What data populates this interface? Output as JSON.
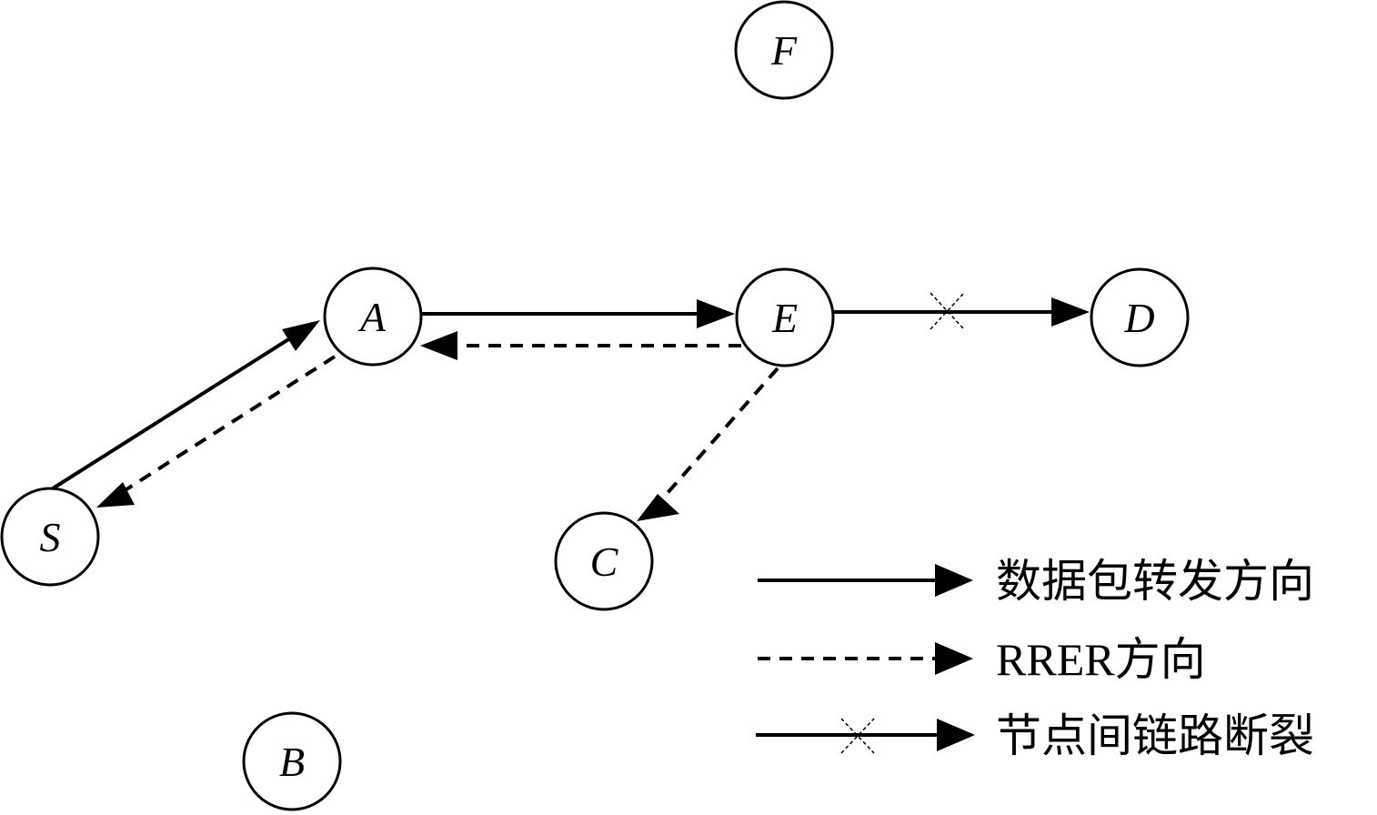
{
  "nodes": {
    "S": "S",
    "A": "A",
    "E": "E",
    "D": "D",
    "F": "F",
    "C": "C",
    "B": "B"
  },
  "legend": {
    "forward": "数据包转发方向",
    "rrer": "RRER方向",
    "broken": "节点间链路断裂"
  }
}
